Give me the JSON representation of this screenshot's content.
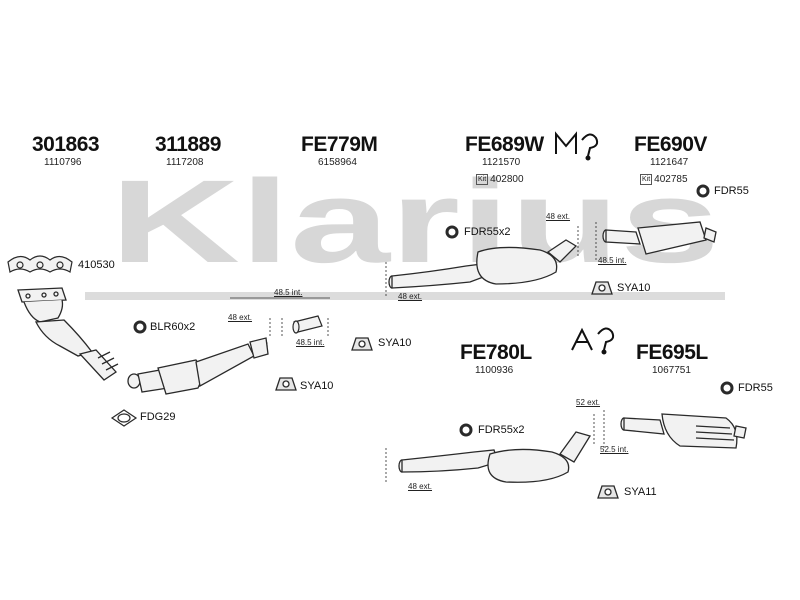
{
  "watermark": "Klarius",
  "colors": {
    "watermark": "#d7d7d7",
    "line": "#2a2a2a",
    "fill": "#f2f2f2"
  },
  "parts": [
    {
      "part_number": "301863",
      "reference": "1110796"
    },
    {
      "part_number": "311889",
      "reference": "1117208"
    },
    {
      "part_number": "FE779M",
      "reference": "6158964"
    },
    {
      "part_number": "FE689W",
      "reference": "1121570",
      "kit": "402800"
    },
    {
      "part_number": "FE690V",
      "reference": "1121647",
      "kit": "402785"
    },
    {
      "part_number": "FE780L",
      "reference": "1100936"
    },
    {
      "part_number": "FE695L",
      "reference": "1067751"
    }
  ],
  "kit_box_label": "Kit",
  "accessories": {
    "gasket_410530": "410530",
    "blr60x2": "BLR60x2",
    "sya10_a": "SYA10",
    "sya10_b": "SYA10",
    "sya10_c": "SYA10",
    "fdg29": "FDG29",
    "fdr55x2_a": "FDR55x2",
    "fdr55x2_b": "FDR55x2",
    "fdr55_a": "FDR55",
    "fdr55_b": "FDR55",
    "sya11": "SYA11"
  },
  "measurements": {
    "m1": "48.5 int.",
    "m2": "48 ext.",
    "m3": "48.5 int.",
    "m4": "48 ext.",
    "m5": "48 ext.",
    "m6": "48.5 int.",
    "m7": "52 ext.",
    "m8": "52.5 int.",
    "m9": "48 ext."
  },
  "icons": [
    "manual-transmission-icon",
    "automatic-transmission-icon"
  ]
}
